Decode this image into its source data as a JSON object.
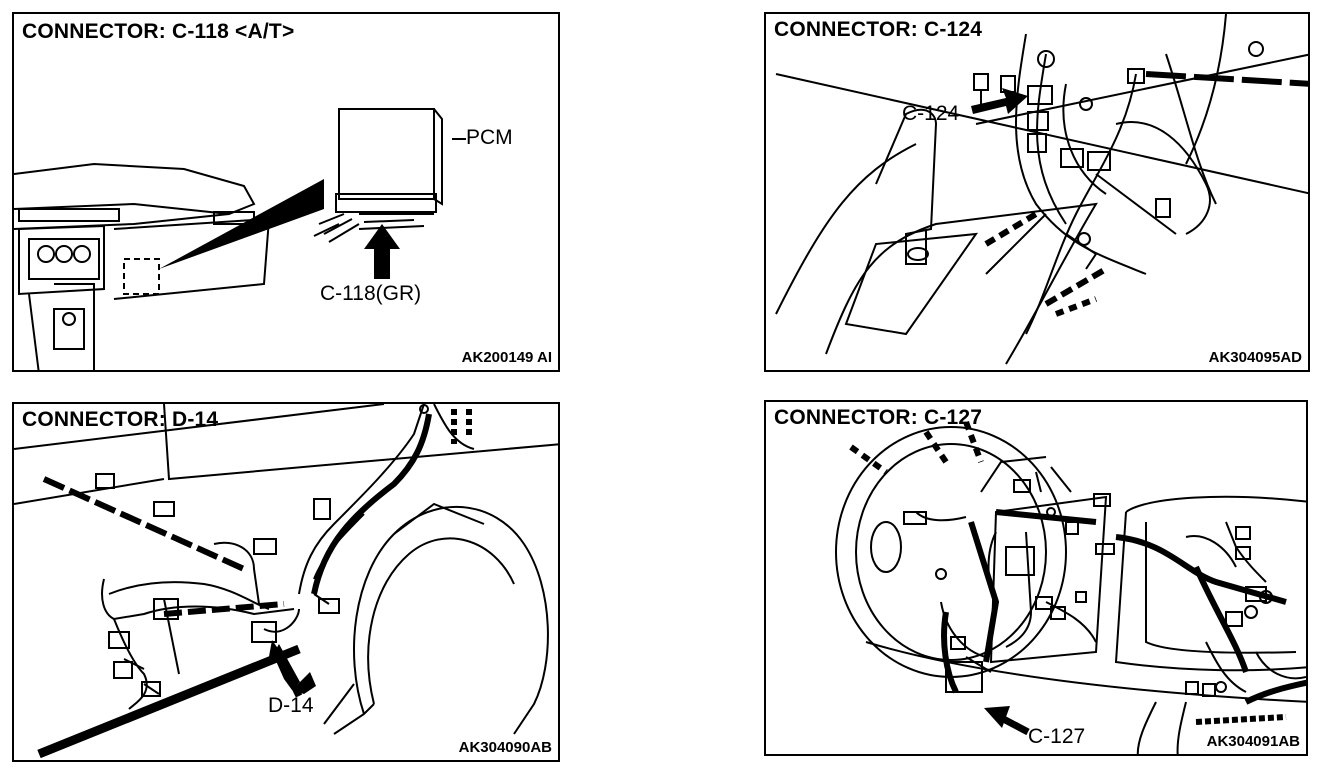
{
  "panels": [
    {
      "title": "CONNECTOR: C-118 <A/T>",
      "code": "AK200149 AI",
      "labels": [
        "PCM",
        "C-118(GR)"
      ]
    },
    {
      "title": "CONNECTOR: C-124",
      "code": "AK304095AD",
      "labels": [
        "C-124"
      ]
    },
    {
      "title": "CONNECTOR: D-14",
      "code": "AK304090AB",
      "labels": [
        "D-14"
      ]
    },
    {
      "title": "CONNECTOR: C-127",
      "code": "AK304091AB",
      "labels": [
        "C-127"
      ]
    }
  ],
  "colors": {
    "line": "#000000",
    "background": "#ffffff"
  }
}
